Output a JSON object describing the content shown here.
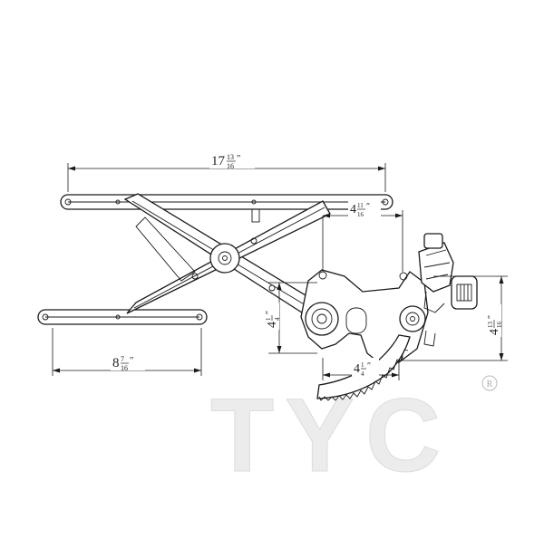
{
  "diagram": {
    "dimensions": {
      "overall_width": {
        "whole": "17",
        "num": "13",
        "den": "16",
        "mark": "″"
      },
      "bottom_width": {
        "whole": "8",
        "num": "7",
        "den": "16",
        "mark": "″"
      },
      "upper_offset": {
        "whole": "4",
        "num": "11",
        "den": "16",
        "mark": "″"
      },
      "left_height": {
        "whole": "4",
        "num": "1",
        "den": "4",
        "mark": "″"
      },
      "lower_offset": {
        "whole": "4",
        "num": "1",
        "den": "4",
        "mark": "″"
      },
      "right_height": {
        "whole": "4",
        "num": "13",
        "den": "16",
        "mark": "″"
      }
    },
    "watermark": {
      "text": "TYC",
      "registered": "R"
    }
  }
}
